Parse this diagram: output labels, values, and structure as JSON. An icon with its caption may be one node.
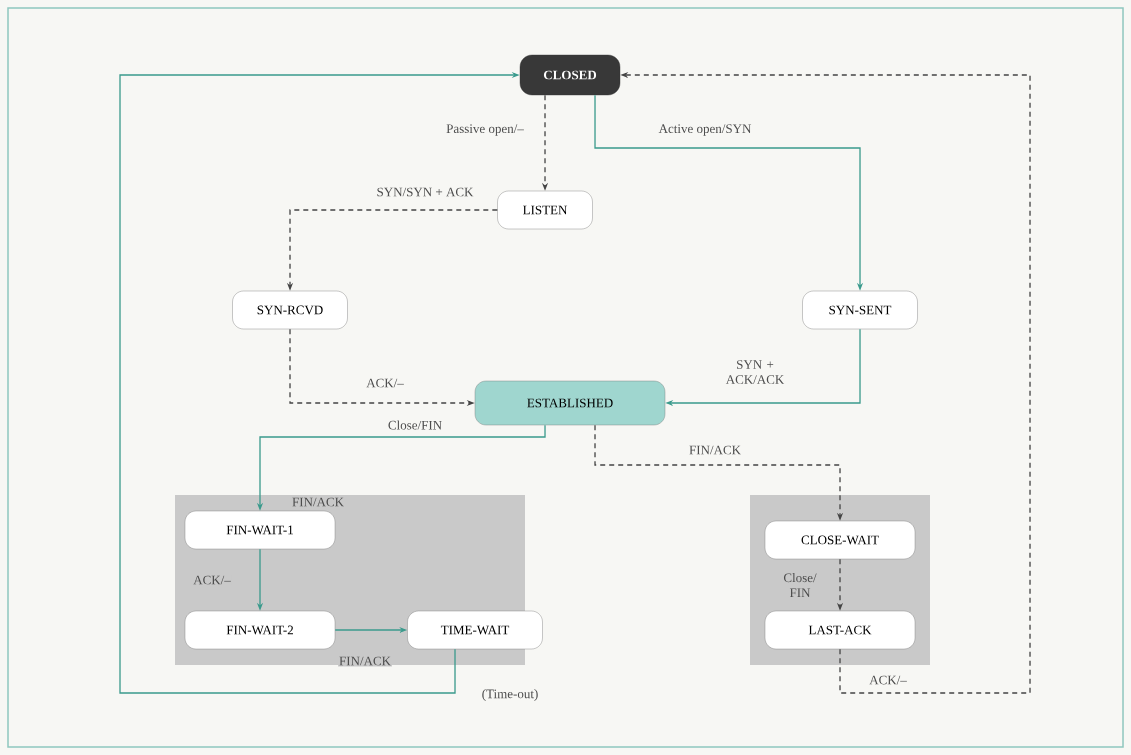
{
  "diagram": {
    "nodes": [
      {
        "text": [
          "CLOSED"
        ]
      },
      {
        "text": [
          "LISTEN"
        ]
      },
      {
        "text": [
          "SYN-RCVD"
        ]
      },
      {
        "text": [
          "SYN-SENT"
        ]
      },
      {
        "text": [
          "ESTABLISHED"
        ]
      },
      {
        "text": [],
        "shape": "box"
      },
      {
        "text": [
          "FIN-WAIT-1"
        ],
        "in": 5
      },
      {
        "text": [
          "FIN-WAIT-2"
        ],
        "in": 5
      },
      {
        "text": [
          "TIME-WAIT"
        ],
        "in": 5
      },
      {
        "text": [],
        "shape": "box"
      },
      {
        "text": [
          "CLOSE-WAIT"
        ],
        "in": 9
      },
      {
        "text": [
          "LAST-ACK"
        ],
        "in": 9
      }
    ],
    "edges": [
      {
        "from": 0,
        "to": 1,
        "arrow": "to",
        "label": "Passive open/–",
        "style": "dashed",
        "color": "#444444"
      },
      {
        "from": 0,
        "to": 3,
        "arrow": "to",
        "label": "Active open/SYN"
      },
      {
        "from": 1,
        "to": 2,
        "arrow": "to",
        "label": "SYN/SYN + ACK",
        "style": "dashed",
        "color": "#444444"
      },
      {
        "from": 2,
        "to": 4,
        "arrow": "to",
        "label": "ACK/–",
        "style": "dashed",
        "color": "#444444"
      },
      {
        "from": 3,
        "to": 4,
        "arrow": "to",
        "label": "SYN + ACK/ACK"
      },
      {
        "from": 4,
        "to": 6,
        "arrow": "to",
        "label": "Close/FIN"
      },
      {
        "from": 4,
        "to": 10,
        "arrow": "to",
        "label": "FIN/ACK",
        "style": "dashed",
        "color": "#444444"
      },
      {
        "from": 6,
        "to": 7,
        "arrow": "to",
        "label": "ACK/–"
      },
      {
        "from": 7,
        "to": 8,
        "arrow": "to",
        "label": "FIN/ACK"
      },
      {
        "from": 8,
        "to": 0,
        "arrow": "to",
        "label": "(Time-out)"
      },
      {
        "from": 10,
        "to": 11,
        "arrow": "to",
        "label": "Close/ FIN",
        "style": "dashed",
        "color": "#444444"
      },
      {
        "from": 11,
        "to": 0,
        "arrow": "to",
        "label": "ACK/–",
        "style": "dashed",
        "color": "#444444"
      }
    ],
    "labels": [
      "FIN/ACK"
    ]
  }
}
